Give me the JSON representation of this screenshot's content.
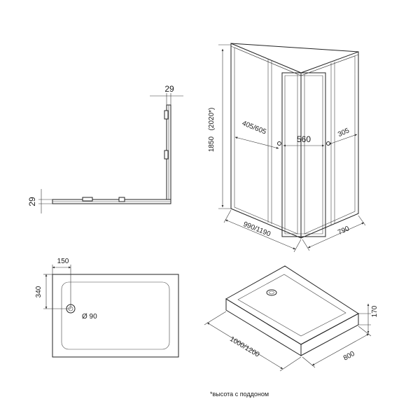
{
  "labels": {
    "plan_top_width": "29",
    "plan_left_height": "29",
    "height": "1850",
    "height_alt": "(2020*)",
    "left_door": "405/605",
    "center_door": "560",
    "right_door": "305",
    "front_width": "990/1190",
    "side_depth": "790",
    "tray_offset_x": "150",
    "tray_offset_y": "340",
    "drain_diameter": "Ø 90",
    "tray_length": "1000/1200",
    "tray_depth": "800",
    "tray_height": "170"
  },
  "note": "*высота с поддоном"
}
